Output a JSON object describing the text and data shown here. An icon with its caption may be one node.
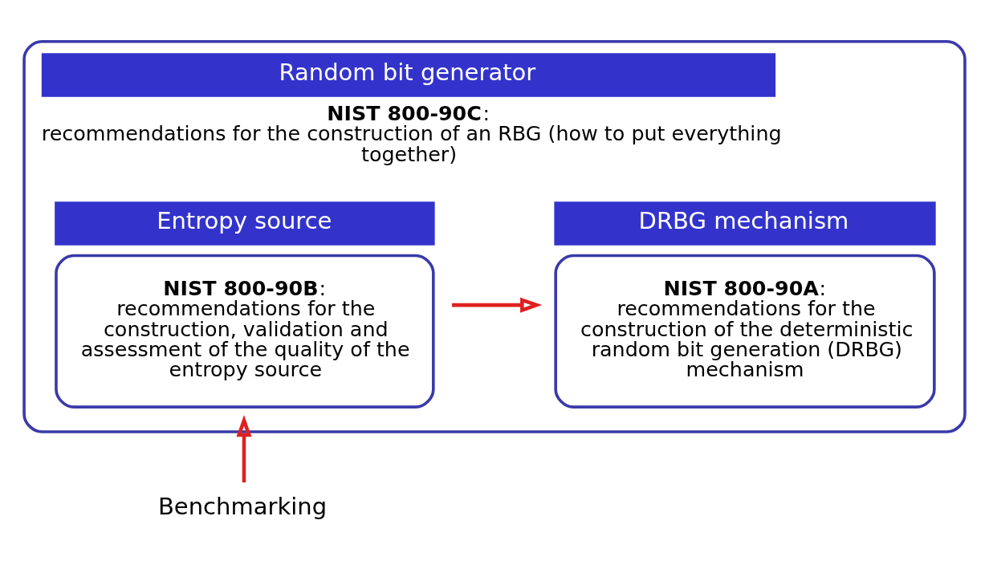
{
  "diagram": {
    "nodes": [
      {
        "text": [
          "Random bit generator",
          "**NIST 800-90C**: recommendations for the construction of an RBG (how to put everything together)"
        ]
      },
      {
        "text": [
          "Entropy source",
          "**NIST 800-90B**: recommendations for the construction, validation and assessment of the quality of the entropy source"
        ],
        "in": 0
      },
      {
        "text": [
          "DRBG mechanism",
          "**NIST 800-90A**: recommendations for the construction of the deterministic random bit generation (DRBG) mechanism"
        ],
        "in": 0
      },
      {
        "text": [
          "Benchmarking"
        ]
      }
    ],
    "edges": [
      {
        "from": 1,
        "to": 2,
        "arrow": "to",
        "color": "#e02020"
      },
      {
        "from": 3,
        "to": 1,
        "arrow": "to",
        "color": "#e02020"
      }
    ]
  }
}
